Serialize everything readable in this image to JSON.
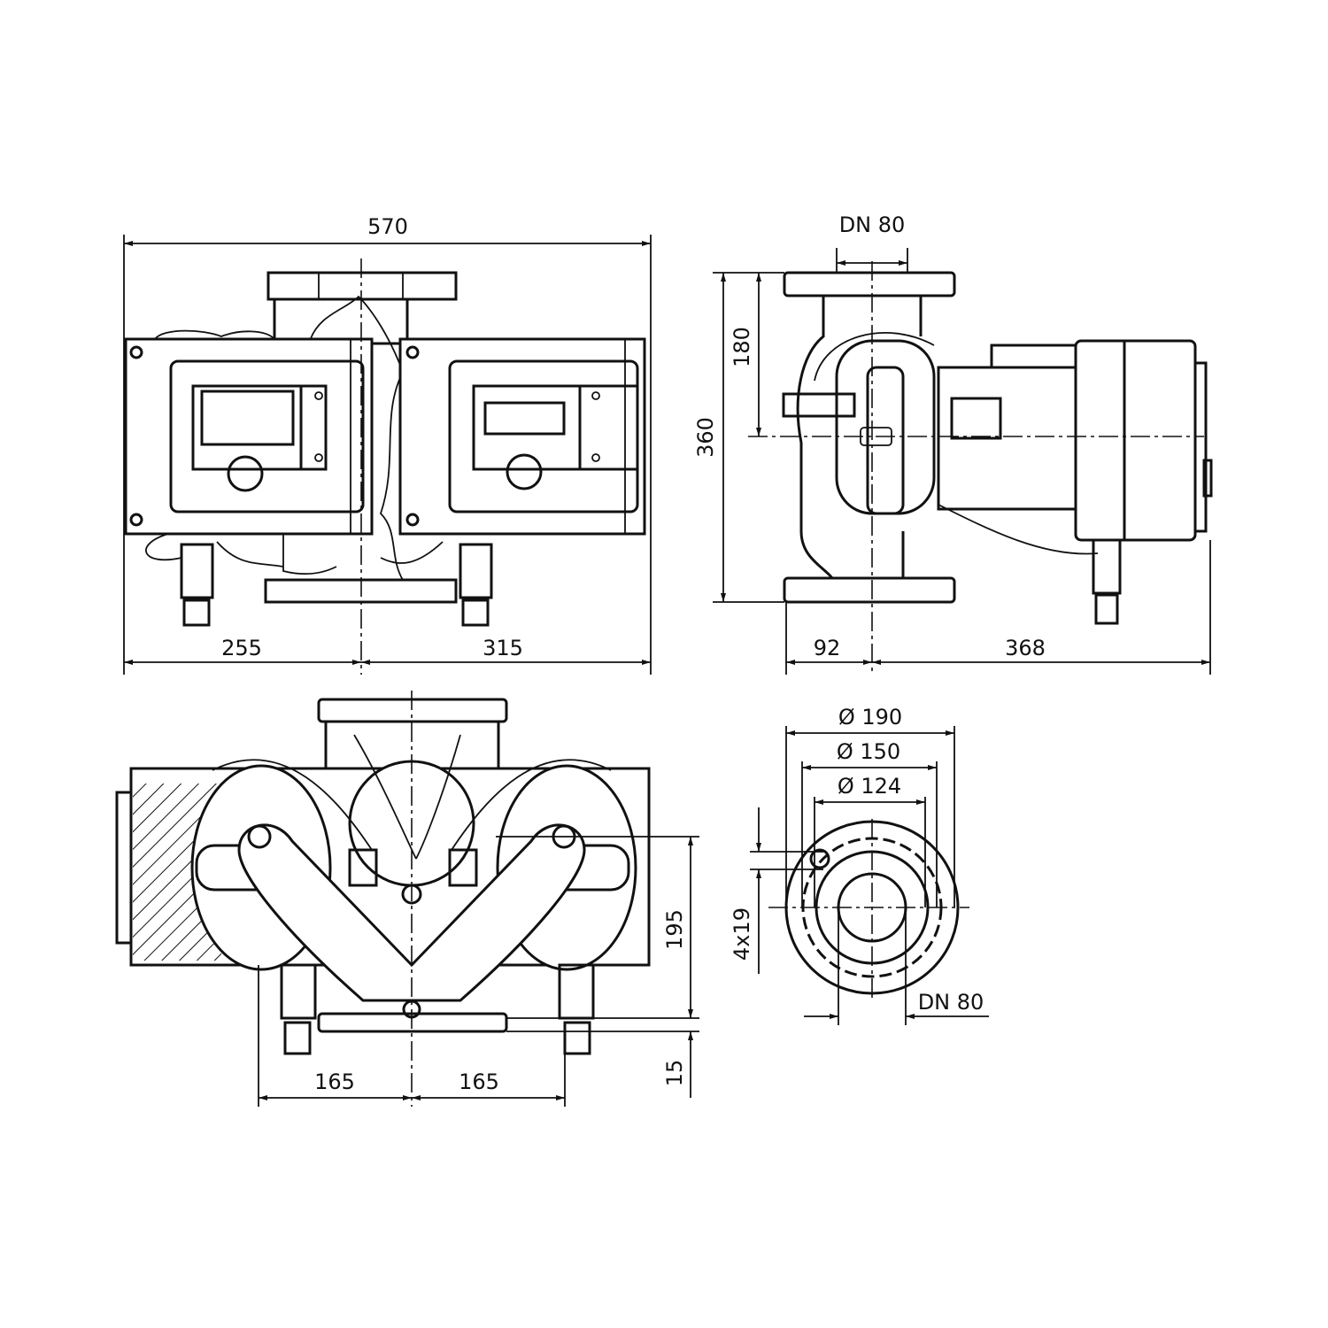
{
  "title": "Twin pump dimension drawing",
  "front_view": {
    "overall_width": "570",
    "left_to_center": "255",
    "center_to_right": "315"
  },
  "side_view": {
    "nominal_diameter": "DN 80",
    "total_height": "360",
    "half_height": "180",
    "flange_to_center": "92",
    "center_to_motor_end": "368"
  },
  "top_view": {
    "axis_height": "195",
    "foot_offset": "15",
    "left_spacing": "165",
    "right_spacing": "165"
  },
  "flange_view": {
    "outer_diameter": "Ø 190",
    "bolt_circle": "Ø 150",
    "raised_face": "Ø 124",
    "bolt_holes": "4x19",
    "nominal_diameter": "DN 80"
  }
}
